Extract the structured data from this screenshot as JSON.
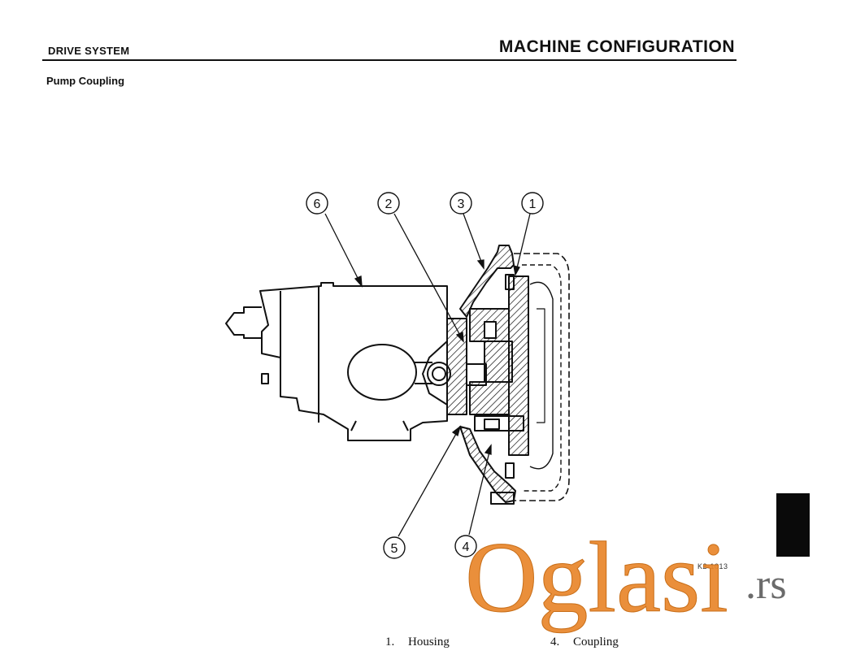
{
  "header": {
    "section": "DRIVE SYSTEM",
    "chapter": "MACHINE CONFIGURATION"
  },
  "subtitle": "Pump Coupling",
  "figure": {
    "callouts": [
      "6",
      "2",
      "3",
      "1",
      "5",
      "4"
    ],
    "figure_code": "K2-1013"
  },
  "legend": [
    {
      "num": "1.",
      "label": "Housing"
    },
    {
      "num": "4.",
      "label": "Coupling"
    }
  ],
  "watermark": {
    "brand": "Oglasi",
    "tld": ".rs",
    "color": "#e8862a"
  }
}
